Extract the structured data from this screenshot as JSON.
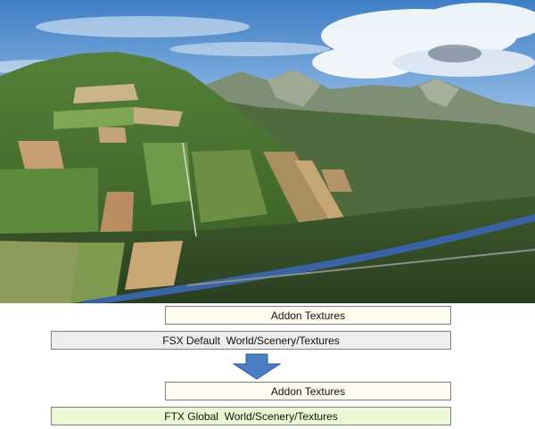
{
  "labels": {
    "addon_textures_top": "Addon Textures",
    "fsx_default": "FSX Default  World/Scenery/Textures",
    "addon_textures_bottom": "Addon Textures",
    "ftx_global": "FTX Global  World/Scenery/Textures"
  },
  "colors": {
    "addon_box": "#fefcef",
    "fsx_box": "#ededed",
    "ftx_box": "#ecf8d4",
    "arrow": "#4a7dc4"
  }
}
